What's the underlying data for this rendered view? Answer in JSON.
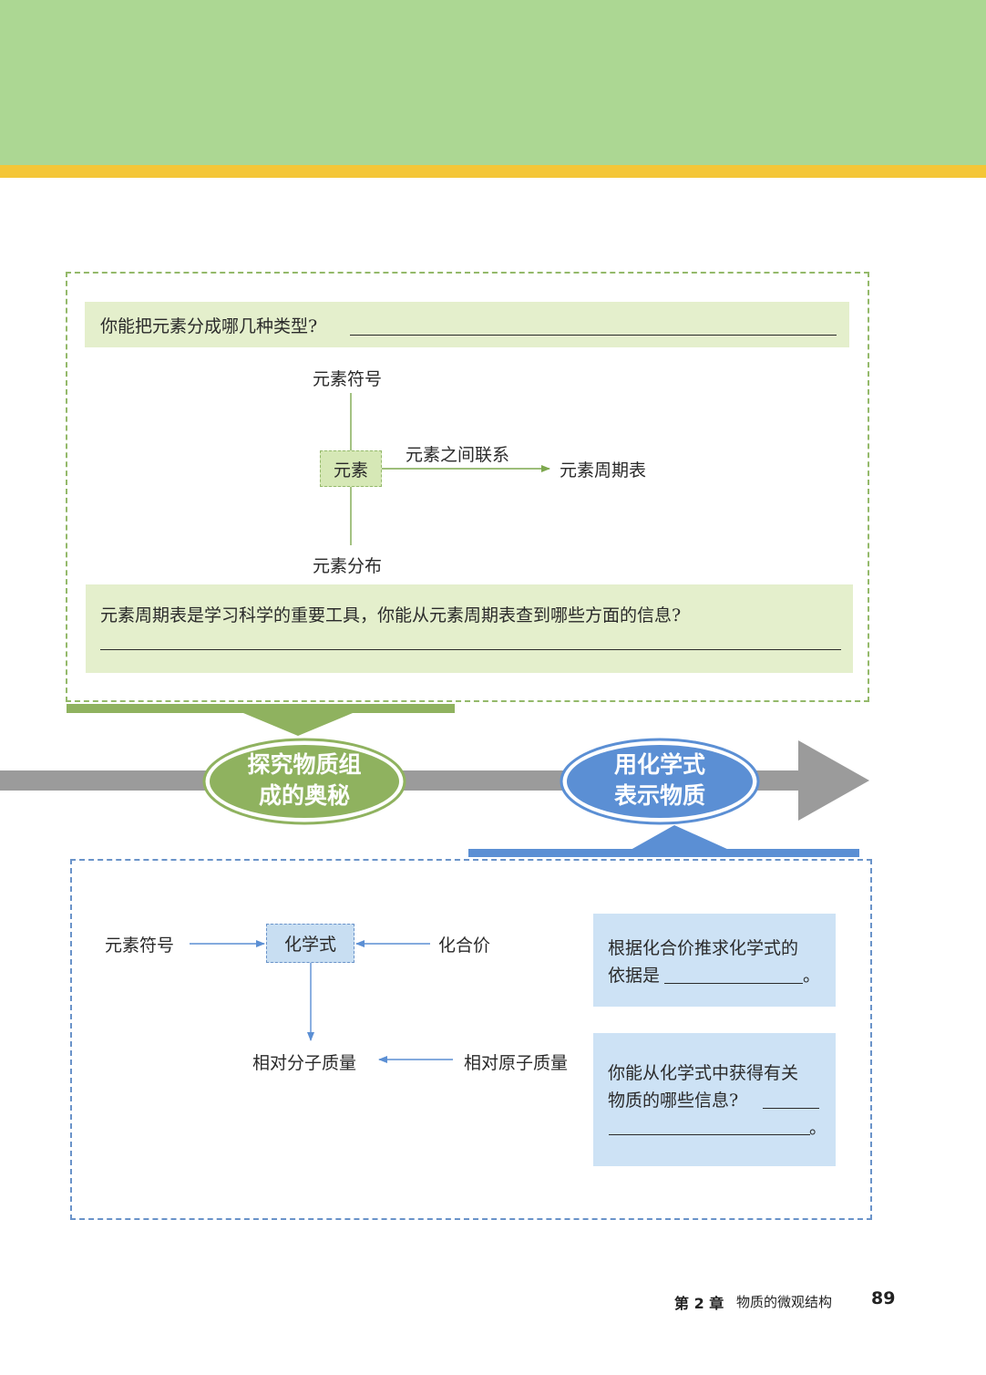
{
  "colors": {
    "header_green": "#acd793",
    "header_yellow": "#f4c637",
    "accent_green": "#8fb25f",
    "accent_blue": "#5b8fd4",
    "arrow_gray": "#9b9b9b"
  },
  "top_section": {
    "question_types": "你能把元素分成哪几种类型?",
    "center_node": "元素",
    "label_symbol": "元素符号",
    "label_distribution": "元素分布",
    "link_label": "元素之间联系",
    "target_label": "元素周期表",
    "question_periodic": "元素周期表是学习科学的重要工具，你能从元素周期表查到哪些方面的信息?"
  },
  "timeline": {
    "stage1_line1": "探究物质组",
    "stage1_line2": "成的奥秘",
    "stage2_line1": "用化学式",
    "stage2_line2": "表示物质"
  },
  "bottom_section": {
    "center_node": "化学式",
    "label_symbol": "元素符号",
    "label_valence": "化合价",
    "label_molecular_mass": "相对分子质量",
    "label_atomic_mass": "相对原子质量",
    "card1_line1": "根据化合价推求化学式的",
    "card1_line2_prefix": "依据是",
    "card1_line2_suffix": "。",
    "card2_line1": "你能从化学式中获得有关",
    "card2_line2": "物质的哪些信息?",
    "card2_line3_suffix": "。"
  },
  "footer": {
    "chapter": "第 2 章",
    "chapter_title": "物质的微观结构",
    "page_number": "89"
  }
}
